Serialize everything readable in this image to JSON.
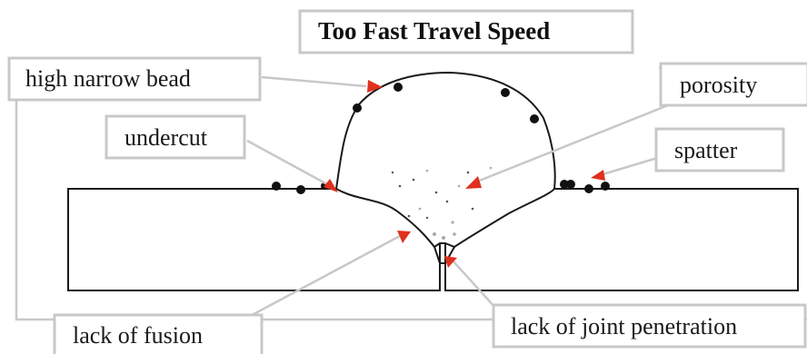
{
  "diagram": {
    "title": "Too Fast Travel Speed",
    "labels": {
      "high_narrow_bead": "high narrow bead",
      "porosity": "porosity",
      "undercut": "undercut",
      "spatter": "spatter",
      "lack_of_fusion": "lack of fusion",
      "lack_of_joint_penetration": "lack of joint penetration"
    },
    "colors": {
      "arrow": "#e0301e",
      "label_border": "#c8c8c8",
      "outline": "#1a1a1a"
    }
  }
}
